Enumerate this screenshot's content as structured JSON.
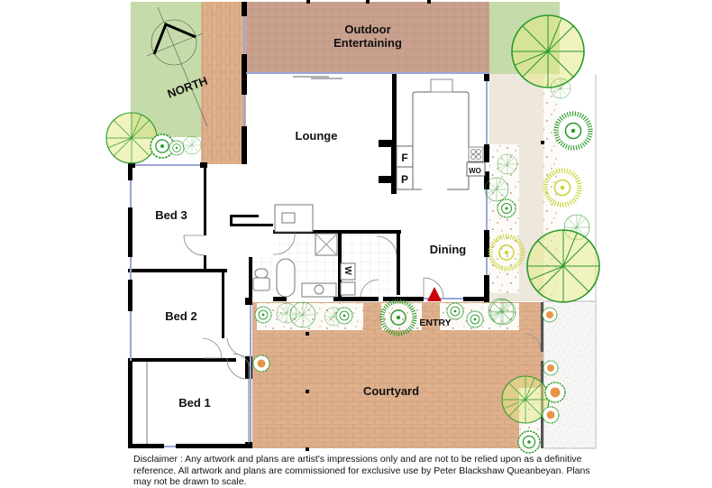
{
  "plan": {
    "compass": {
      "label": "NORTH",
      "icon": "north-arrow-icon"
    },
    "rooms": {
      "outdoor_line1": "Outdoor",
      "outdoor_line2": "Entertaining",
      "lounge": "Lounge",
      "bed3": "Bed 3",
      "bed2": "Bed 2",
      "bed1": "Bed 1",
      "dining": "Dining",
      "courtyard": "Courtyard",
      "entry": "ENTRY"
    },
    "fixtures": {
      "fridge": "F",
      "pantry": "P",
      "wall_oven": "WO",
      "washer": "W"
    },
    "colors": {
      "paving": "#deb08c",
      "deck": "#c9a08e",
      "lawn": "#c5dcaa",
      "path": "#ede7dc",
      "wall": "#000000",
      "entry_marker": "#cc0000",
      "tree_green": "#2a9a2a",
      "tree_yellow": "#c8d432"
    }
  },
  "disclaimer": "Disclaimer : Any artwork and plans are artist's impressions only and are not to be relied upon as a definitive reference. All artwork and plans are commissioned for exclusive use by Peter Blackshaw Queanbeyan. Plans may not be drawn to scale."
}
